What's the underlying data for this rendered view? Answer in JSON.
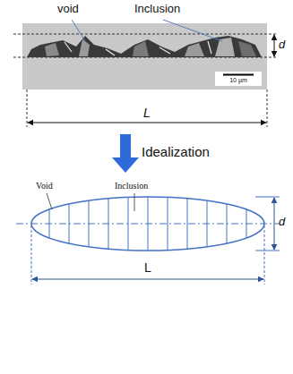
{
  "diagram": {
    "labels": [
      "void",
      "Inclusion",
      "d",
      "10 µm",
      "L",
      "Idealization",
      "Void",
      "Inclusion",
      "d",
      "L"
    ]
  }
}
